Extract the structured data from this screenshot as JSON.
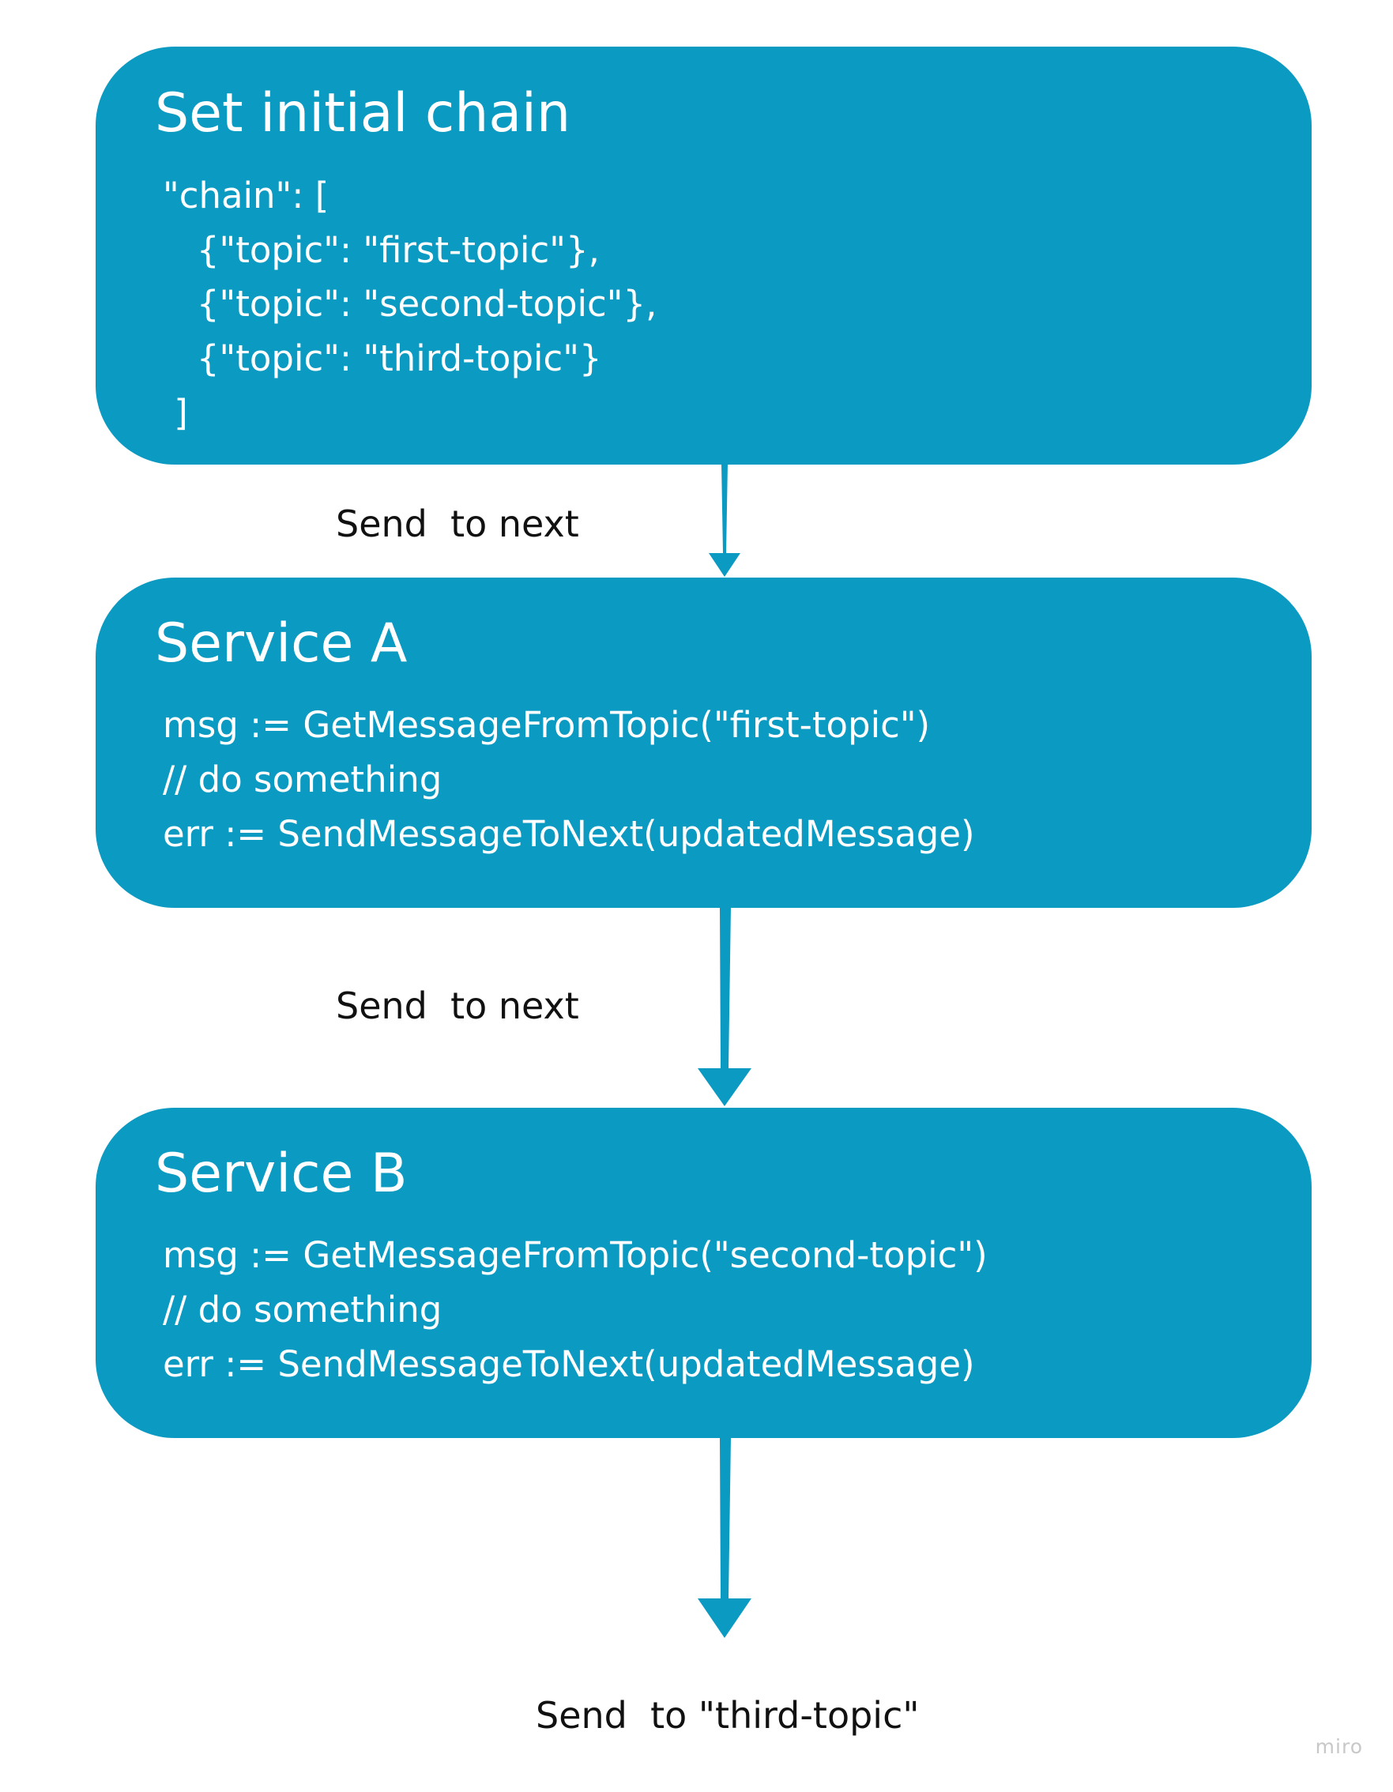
{
  "nodes": [
    {
      "title": "Set initial chain",
      "lines": [
        "\"chain\": [",
        "   {\"topic\": \"first-topic\"},",
        "   {\"topic\": \"second-topic\"},",
        "   {\"topic\": \"third-topic\"}",
        " ]"
      ]
    },
    {
      "title": "Service A",
      "lines": [
        "msg := GetMessageFromTopic(\"first-topic\")",
        "// do something",
        "err := SendMessageToNext(updatedMessage)"
      ]
    },
    {
      "title": "Service B",
      "lines": [
        "msg := GetMessageFromTopic(\"second-topic\")",
        "// do something",
        "err := SendMessageToNext(updatedMessage)"
      ]
    }
  ],
  "edges": [
    {
      "label": "Send  to next"
    },
    {
      "label": "Send  to next"
    },
    {
      "label": "Send  to \"third-topic\""
    }
  ],
  "watermark": "miro",
  "colors": {
    "node_fill": "#0b9ac2",
    "node_text": "#ffffff",
    "arrow": "#0b9ac2",
    "label_text": "#111111"
  }
}
